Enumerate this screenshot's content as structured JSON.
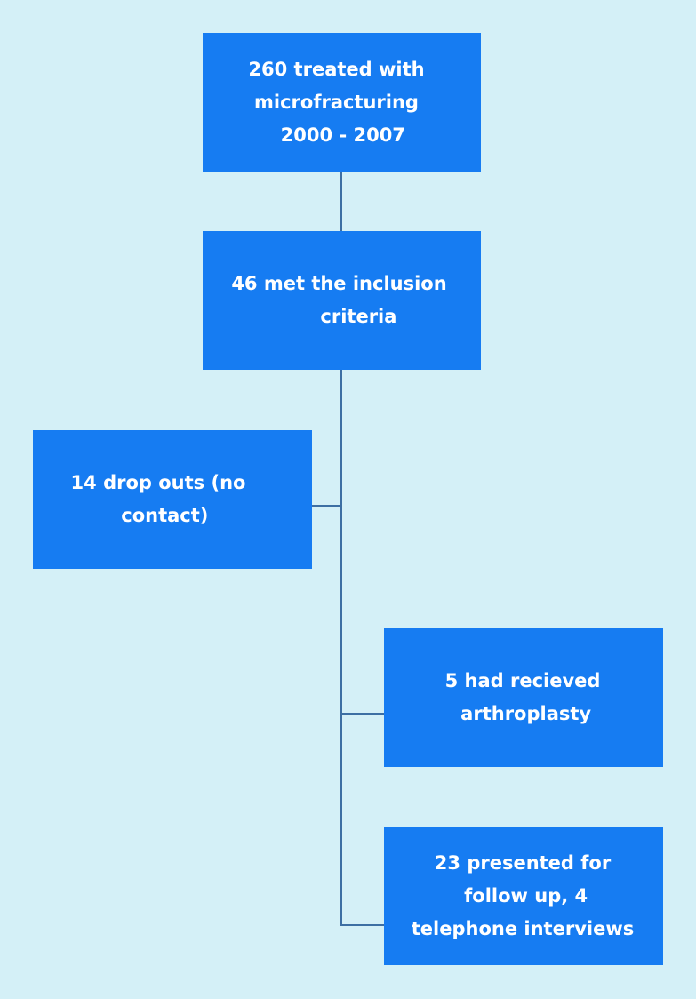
{
  "flowchart": {
    "colors": {
      "background": "#d4f0f7",
      "box_fill": "#167cf2",
      "box_text": "#ffffff",
      "connector": "#3d6fa3"
    },
    "boxes": [
      {
        "id": "treated",
        "text": "260 treated with\nmicrofracturing\n  2000 - 2007"
      },
      {
        "id": "inclusion",
        "text": "46 met the inclusion\n      criteria"
      },
      {
        "id": "dropouts",
        "text": "14 drop outs (no\n  contact)"
      },
      {
        "id": "arthroplasty",
        "text": "5 had recieved\n arthroplasty"
      },
      {
        "id": "followup",
        "text": "23 presented for\n follow up, 4\ntelephone interviews"
      }
    ]
  }
}
